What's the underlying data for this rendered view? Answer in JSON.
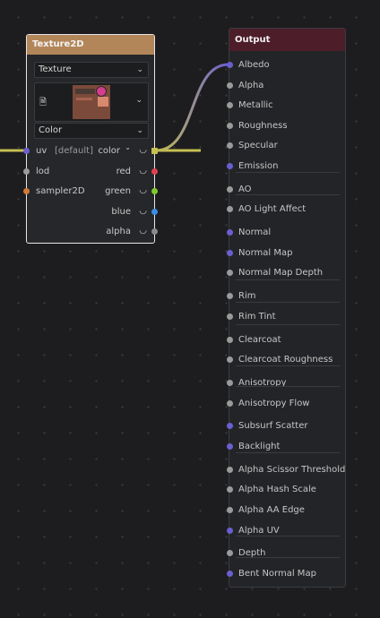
{
  "texture_node": {
    "title": "Texture2D",
    "texture_select": "Texture",
    "color_select": "Color",
    "inputs": [
      {
        "label": "uv",
        "default": "[default]"
      },
      {
        "label": "lod"
      },
      {
        "label": "sampler2D"
      }
    ],
    "outputs": [
      {
        "label": "color",
        "color": "#c6bf52"
      },
      {
        "label": "red",
        "color": "#e0434f"
      },
      {
        "label": "green",
        "color": "#7fcc2c"
      },
      {
        "label": "blue",
        "color": "#3a8ee6"
      },
      {
        "label": "alpha",
        "color": "#8a8a8a"
      }
    ],
    "chevron_glyph": "⌄",
    "curve_glyph": "◡"
  },
  "output_node": {
    "title": "Output",
    "inputs": [
      "Albedo",
      "Alpha",
      "Metallic",
      "Roughness",
      "Specular",
      "Emission",
      "AO",
      "AO Light Affect",
      "Normal",
      "Normal Map",
      "Normal Map Depth",
      "Rim",
      "Rim Tint",
      "Clearcoat",
      "Clearcoat Roughness",
      "Anisotropy",
      "Anisotropy Flow",
      "Subsurf Scatter",
      "Backlight",
      "Alpha Scissor Threshold",
      "Alpha Hash Scale",
      "Alpha AA Edge",
      "Alpha UV",
      "Depth",
      "Bent Normal Map"
    ]
  },
  "colors": {
    "port_float": "#9a9a9a",
    "port_vector": "#6a5fd0",
    "port_sampler": "#d07a3a",
    "wire_color": "#c6bf52",
    "wire_albedo": "#6a5fd0"
  }
}
